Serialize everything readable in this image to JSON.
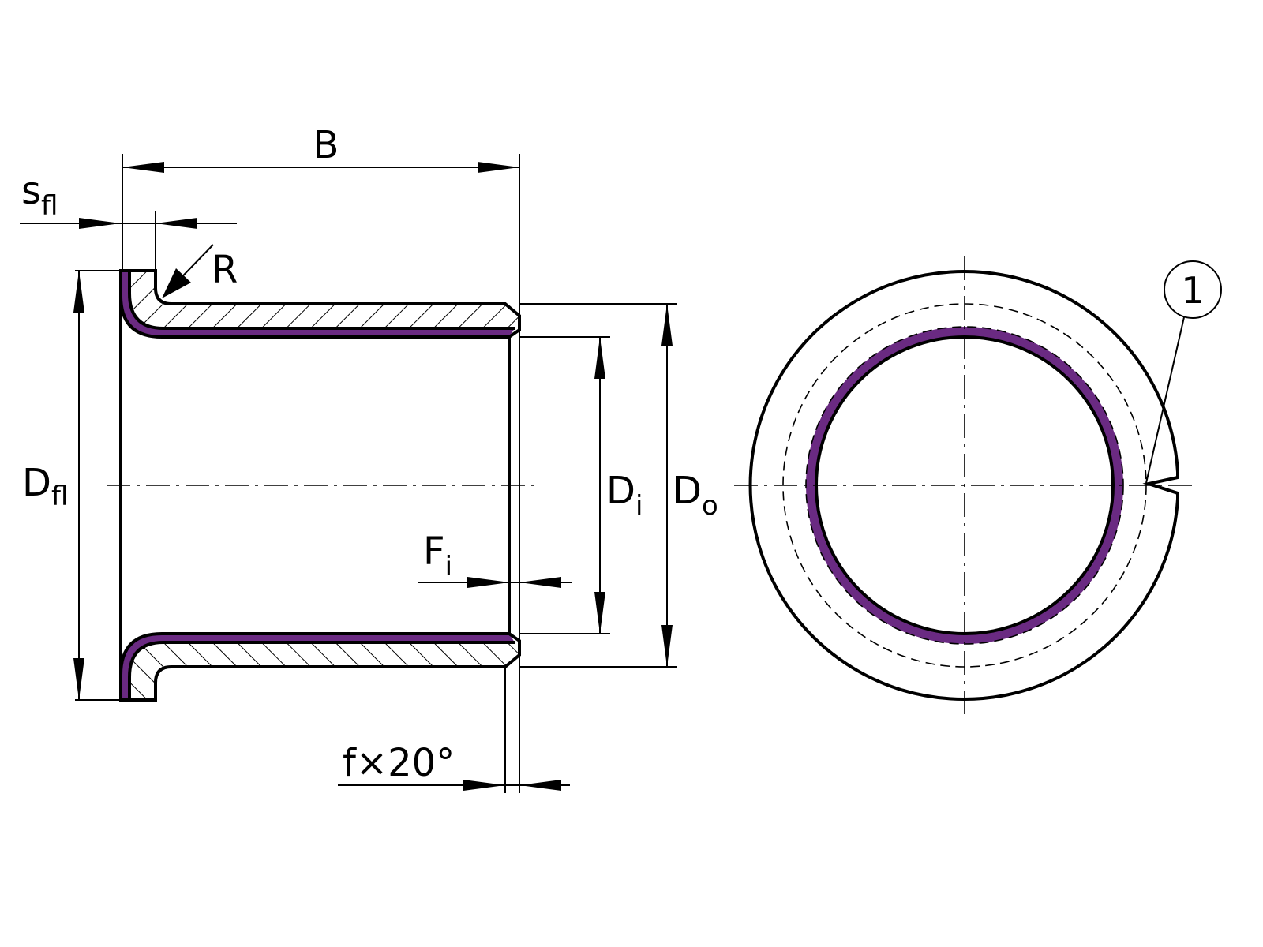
{
  "colors": {
    "liner": "#6a2a82",
    "line": "#000000"
  },
  "labels": {
    "B": "B",
    "s": "s",
    "s_sub": "fl",
    "R": "R",
    "D_fl": "D",
    "D_fl_sub": "fl",
    "D_i": "D",
    "D_i_sub": "i",
    "D_o": "D",
    "D_o_sub": "o",
    "F_i": "F",
    "F_i_sub": "i",
    "chamfer": "f×20°",
    "callout_1": "1"
  }
}
